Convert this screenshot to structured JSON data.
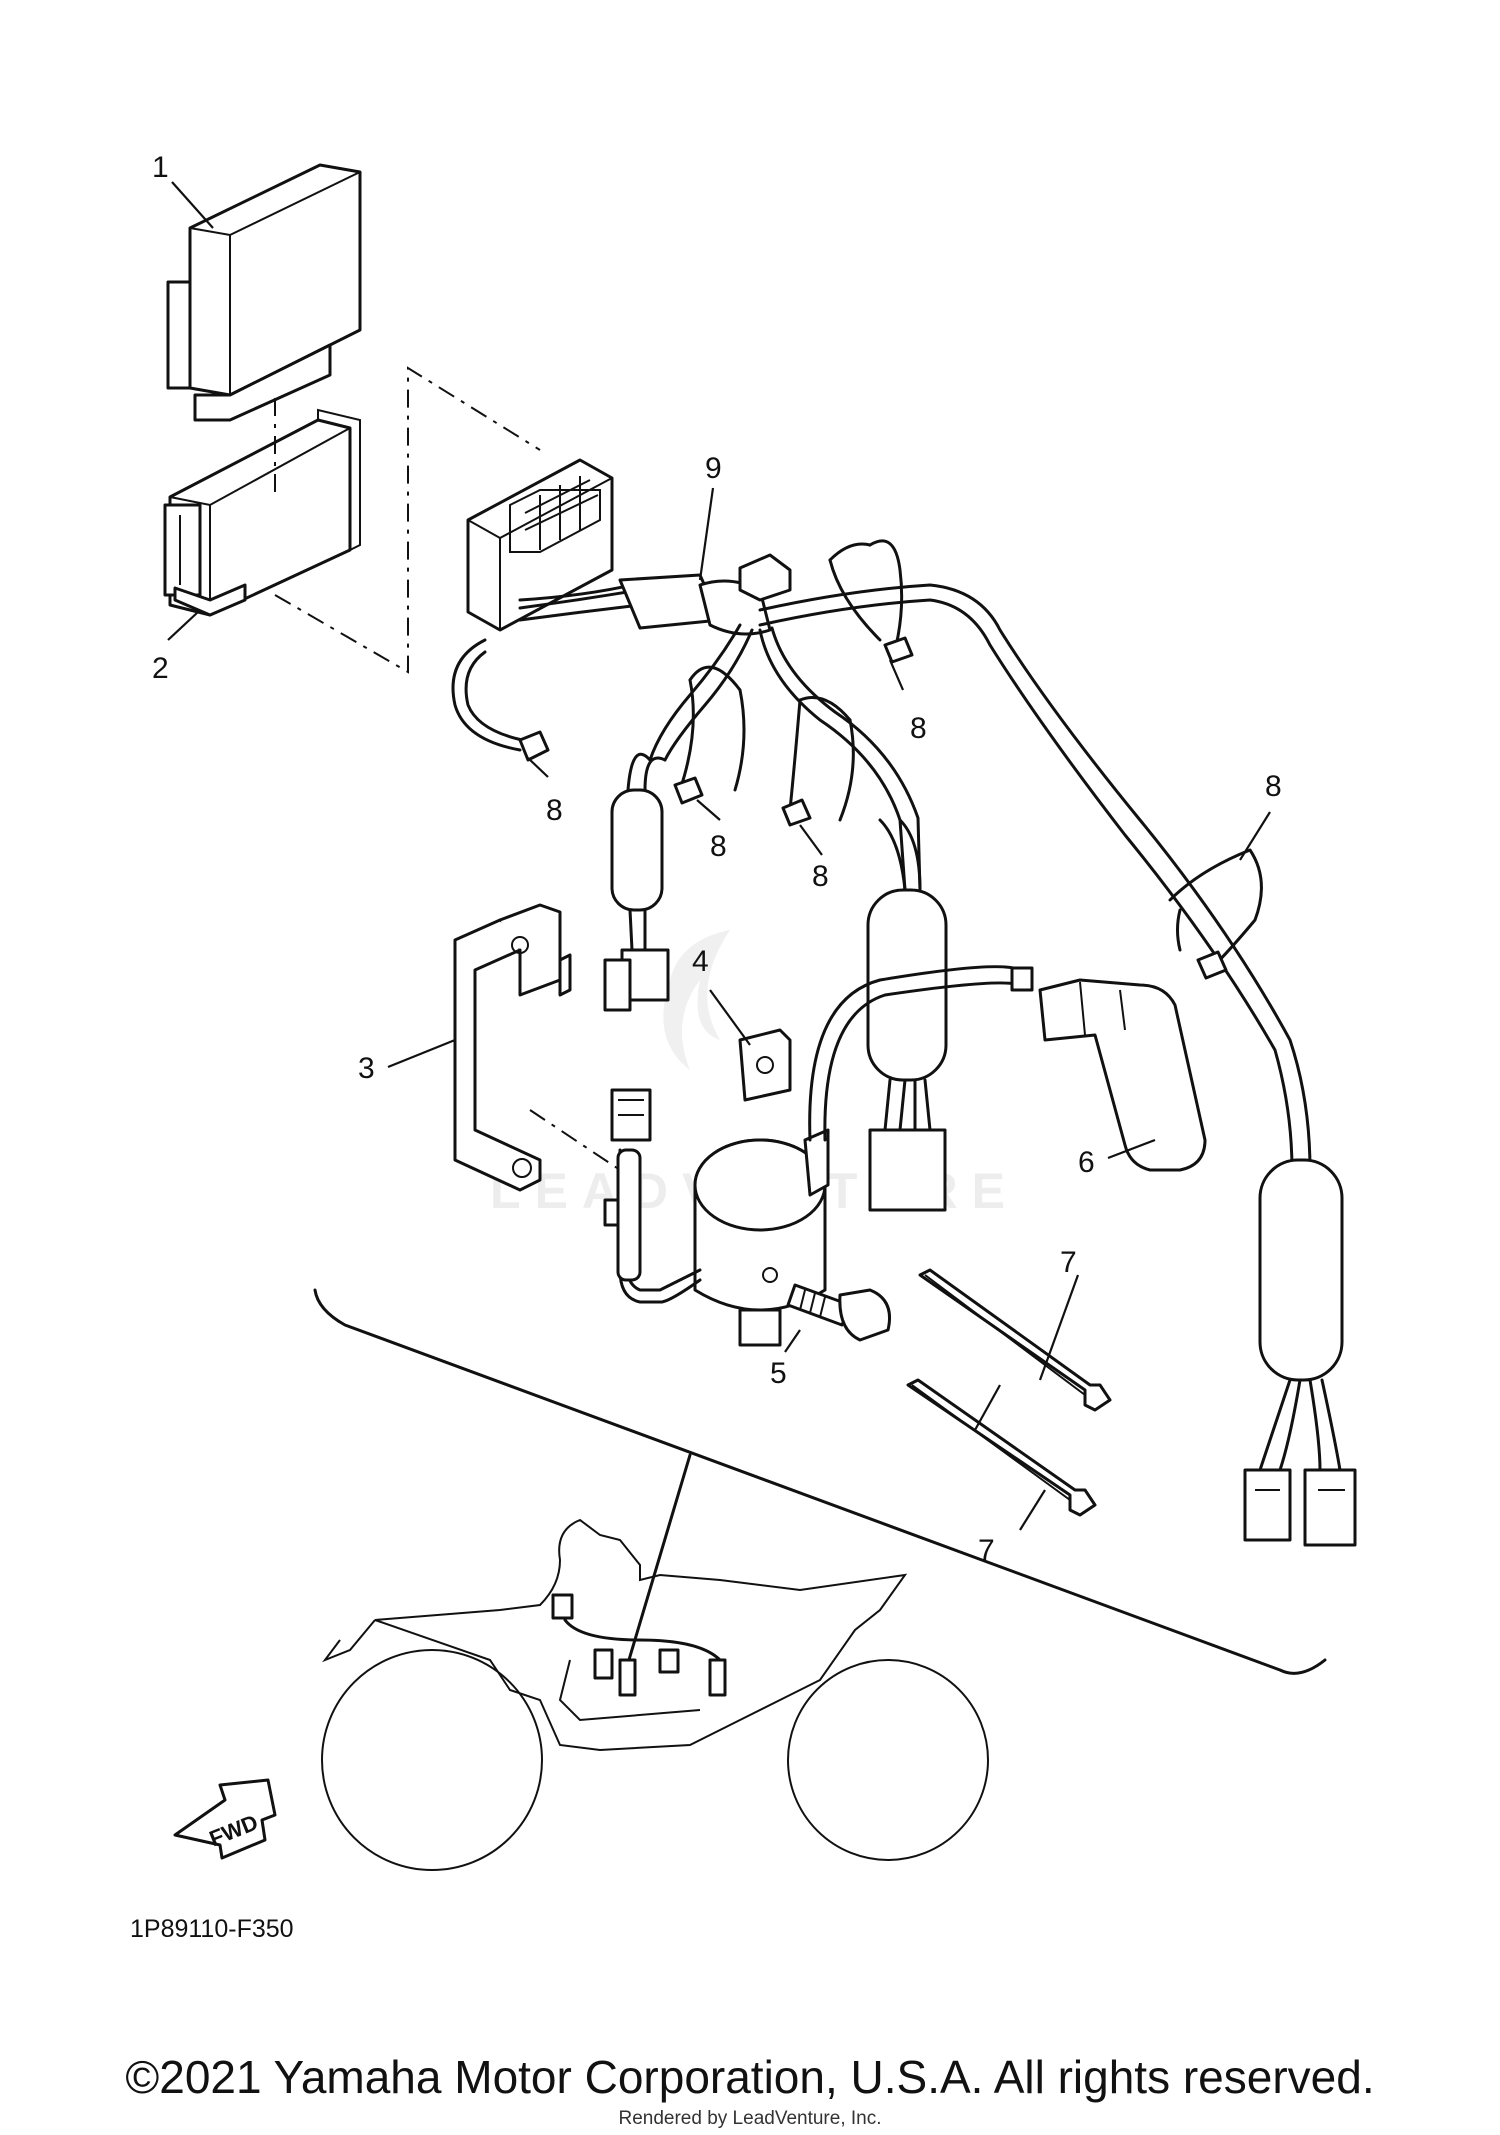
{
  "diagram": {
    "callouts": [
      "1",
      "2",
      "3",
      "4",
      "5",
      "6",
      "7",
      "7",
      "8",
      "8",
      "8",
      "8",
      "8",
      "9"
    ],
    "fwd_label": "FWD",
    "part_code": "1P89110-F350",
    "watermark": "LEADVENTURE"
  },
  "footer": {
    "copyright": "©2021 Yamaha Motor Corporation, U.S.A. All rights reserved.",
    "rendered_by": "Rendered by LeadVenture, Inc."
  }
}
